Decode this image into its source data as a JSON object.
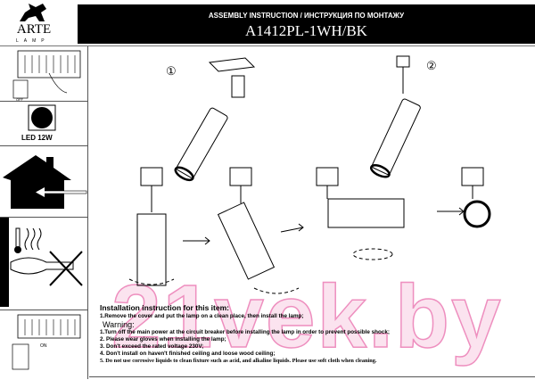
{
  "logo": {
    "brand": "ARTE",
    "sub": "LAMP"
  },
  "header": {
    "subtitle": "ASSEMBLY INSTRUCTION / ИНСТРУКЦИЯ ПО МОНТАЖУ",
    "model": "A1412PL-1WH/BK"
  },
  "left_panel": {
    "led_label": "LED  12W",
    "switch_off": "OFF",
    "switch_on": "ON"
  },
  "steps": {
    "step1": "①",
    "step2": "②"
  },
  "instructions": {
    "title": "Installation instruction for this item:",
    "step1": "1.Remove the cover and put the lamp on a clean place, then install the lamp;",
    "warning_title": "Warning:",
    "warnings": [
      "1.Turn off the main power at the circuit breaker before installing the lamp in order to prevent  possible shock;",
      "2. Please wear gloves when installing the lamp;",
      "3. Don't exceed the rated voltage 230V;",
      "4. Don't install on haven't finished ceiling and loose wood ceiling;",
      "5. Do not use corrosive liquids to clean fixture such as acid, and alkaline liquids. Please use soft cloth  when cleaning."
    ]
  },
  "watermark": "21vek.by"
}
